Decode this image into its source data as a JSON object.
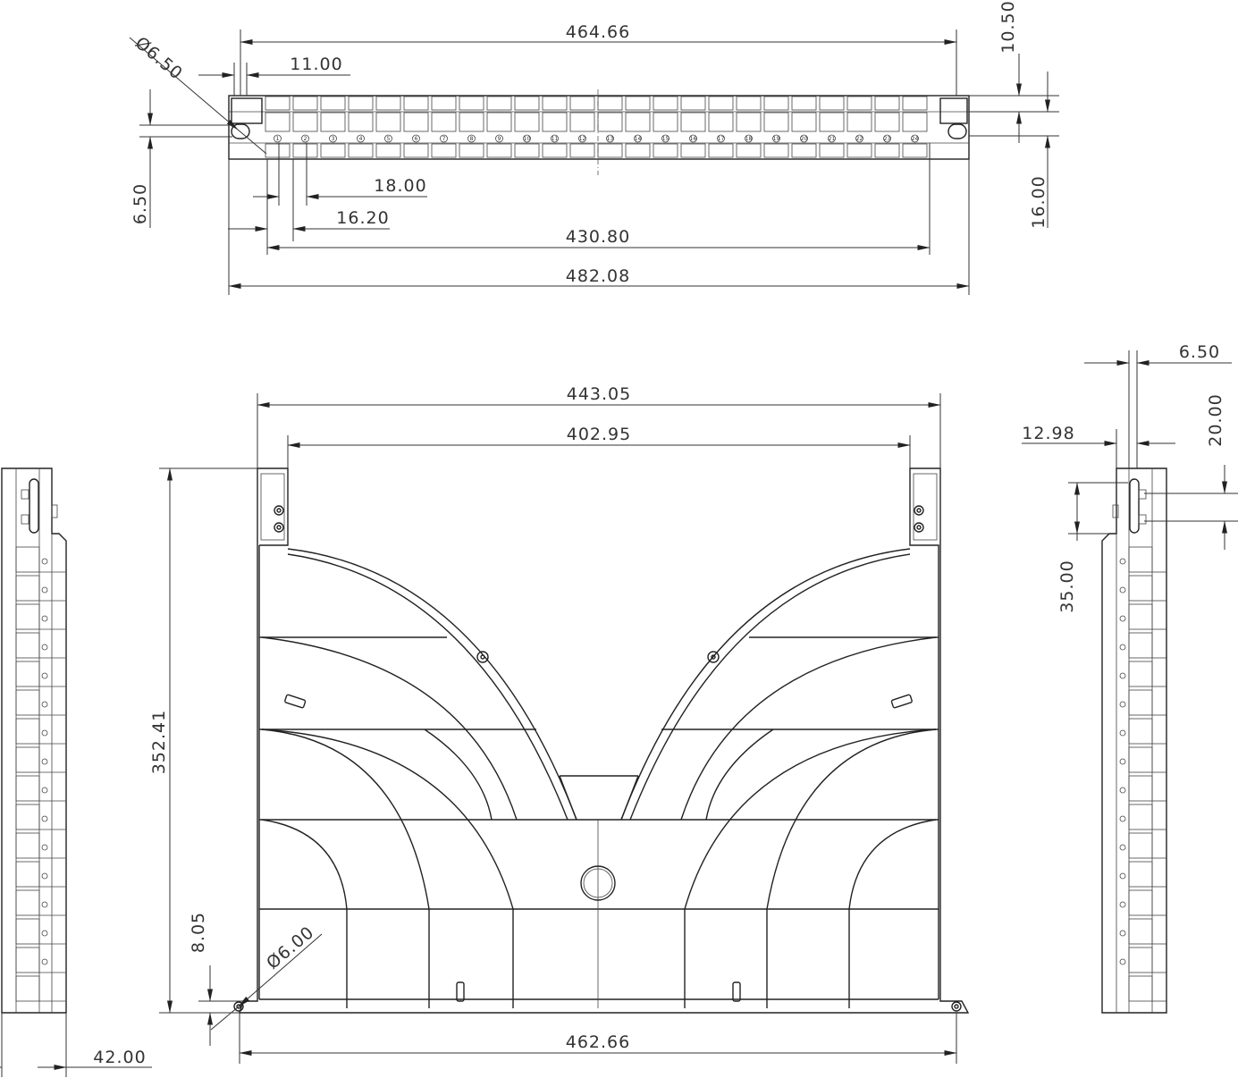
{
  "dimensions": {
    "overall_width": "464.66",
    "top_height": "10.50",
    "hole_diameter": "Ø6.50",
    "hole_offset": "11.00",
    "hole_height": "6.50",
    "port_pitch": "18.00",
    "first_port_offset": "16.20",
    "ports_span": "430.80",
    "total_width": "482.08",
    "right_height": "16.00",
    "tray_outer_width": "443.05",
    "tray_inner_width": "402.95",
    "tray_depth": "352.41",
    "bottom_hole_offset": "8.05",
    "bottom_hole_diameter": "Ø6.00",
    "bottom_width": "462.66",
    "side_depth": "42.00",
    "side_thickness": "6.50",
    "side_offset": "12.98",
    "side_hole_spacing": "20.00",
    "side_height": "35.00"
  },
  "port_numbers": [
    "1",
    "2",
    "3",
    "4",
    "5",
    "6",
    "7",
    "8",
    "9",
    "10",
    "11",
    "12",
    "13",
    "14",
    "15",
    "16",
    "17",
    "18",
    "19",
    "20",
    "21",
    "22",
    "23",
    "24"
  ]
}
